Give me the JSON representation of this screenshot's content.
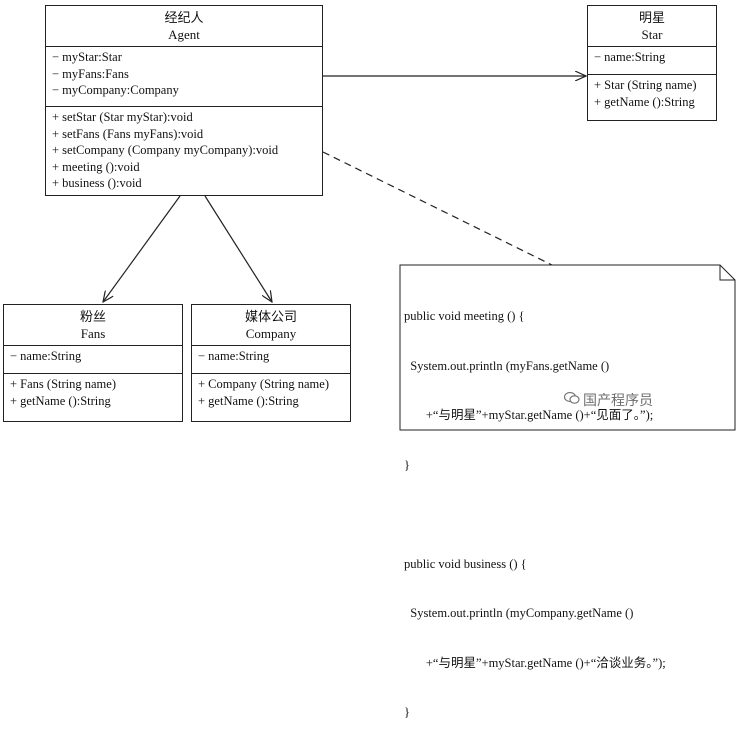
{
  "agent": {
    "cn": "经纪人",
    "en": "Agent",
    "attrs": [
      "− myStar:Star",
      "− myFans:Fans",
      "− myCompany:Company"
    ],
    "ops": [
      "+ setStar (Star myStar):void",
      "+ setFans (Fans myFans):void",
      "+ setCompany (Company myCompany):void",
      "+ meeting ():void",
      "+ business ():void"
    ]
  },
  "star": {
    "cn": "明星",
    "en": "Star",
    "attrs": [
      "− name:String"
    ],
    "ops": [
      "+ Star (String name)",
      "+ getName ():String"
    ]
  },
  "fans": {
    "cn": "粉丝",
    "en": "Fans",
    "attrs": [
      "− name:String"
    ],
    "ops": [
      "+ Fans (String name)",
      "+ getName ():String"
    ]
  },
  "company": {
    "cn": "媒体公司",
    "en": "Company",
    "attrs": [
      "− name:String"
    ],
    "ops": [
      "+ Company (String name)",
      "+ getName ():String"
    ]
  },
  "note": {
    "lines": [
      "public void meeting () {",
      "  System.out.println (myFans.getName ()",
      "       +“与明星”+myStar.getName ()+“见面了。”);",
      "}",
      "",
      "public void business () {",
      "  System.out.println (myCompany.getName ()",
      "       +“与明星”+myStar.getName ()+“洽谈业务。”);",
      "}"
    ]
  },
  "watermark": {
    "text": "国产程序员",
    "icon": "wechat-icon"
  }
}
